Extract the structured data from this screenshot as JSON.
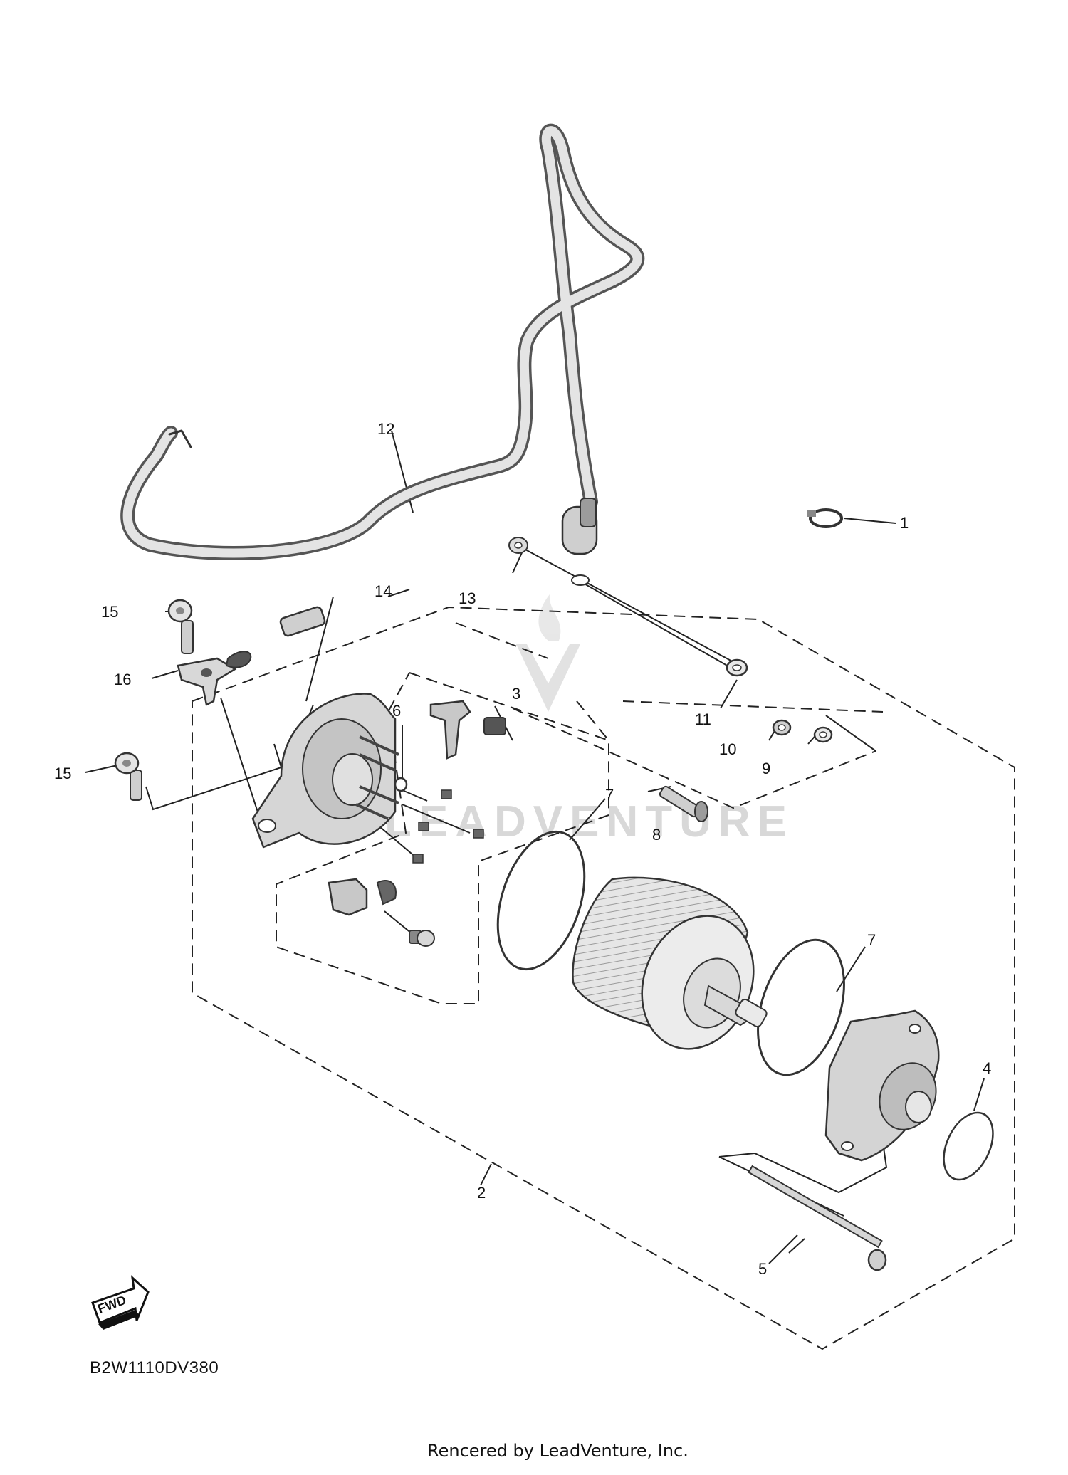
{
  "diagram": {
    "part_labels": {
      "p1": "1",
      "p2": "2",
      "p3": "3",
      "p4": "4",
      "p5": "5",
      "p6": "6",
      "p7a": "7",
      "p7b": "7",
      "p8": "8",
      "p9": "9",
      "p10": "10",
      "p11": "11",
      "p12": "12",
      "p13": "13",
      "p14": "14",
      "p15a": "15",
      "p15b": "15",
      "p16": "16"
    },
    "fwd_badge": "FWD",
    "watermark": "LEADVENTURE",
    "diagram_code": "B2W1110DV380"
  },
  "footer": {
    "credit": "Rencered by LeadVenture, Inc."
  }
}
